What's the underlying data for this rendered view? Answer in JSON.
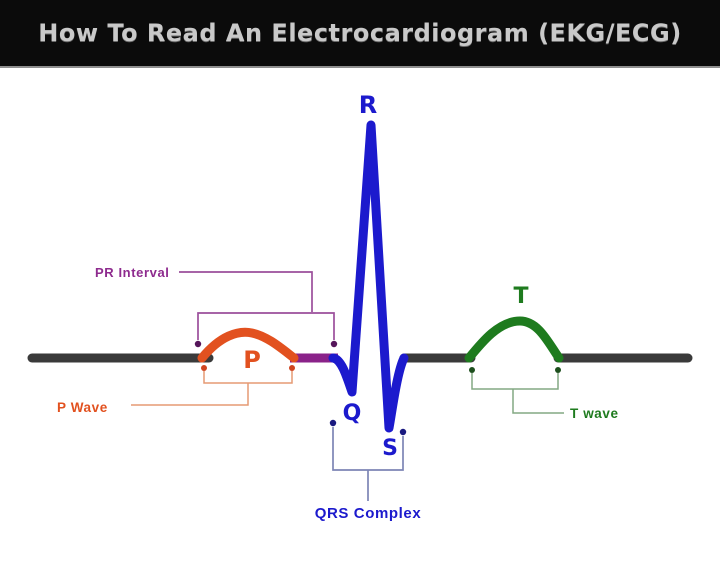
{
  "header": {
    "title": "How To Read An Electrocardiogram (EKG/ECG)",
    "background": "#0b0b0b",
    "text_color": "#c9c9c9"
  },
  "diagram": {
    "wave_point_labels": {
      "p": "P",
      "q": "Q",
      "r": "R",
      "s": "S",
      "t": "T"
    },
    "annotations": {
      "pr_interval": "PR Interval",
      "p_wave": "P Wave",
      "qrs_complex": "QRS Complex",
      "t_wave": "T wave"
    },
    "colors": {
      "baseline": "#3a3a3a",
      "p_wave": "#e2511f",
      "pr_segment": "#8a2289",
      "qrs": "#1c1acd",
      "t_wave": "#1e7b1e",
      "pr_label": "#8e2b8e"
    }
  }
}
